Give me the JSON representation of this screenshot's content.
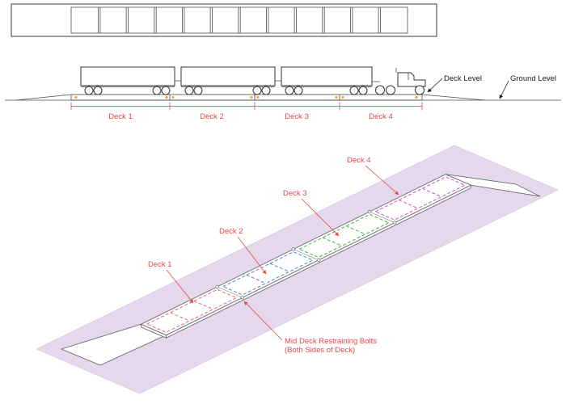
{
  "colors": {
    "annotation_red": "#e8474a",
    "linework": "#4a4a4a",
    "deck1": "#e36a6a",
    "deck2": "#5c7fd6",
    "deck3": "#4cae4c",
    "deck4": "#cf52cf",
    "ground_plane": "#e5d8ec",
    "bolt_orange": "#f2a33c"
  },
  "side_view": {
    "deck_level_label": "Deck Level",
    "ground_level_label": "Ground Level",
    "deck_labels": [
      "Deck 1",
      "Deck 2",
      "Deck 3",
      "Deck 4"
    ]
  },
  "iso_view": {
    "deck_labels": [
      "Deck 1",
      "Deck 2",
      "Deck 3",
      "Deck 4"
    ],
    "bolts_label_line1": "Mid Deck Restraining Bolts",
    "bolts_label_line2": "(Both Sides of Deck)"
  }
}
